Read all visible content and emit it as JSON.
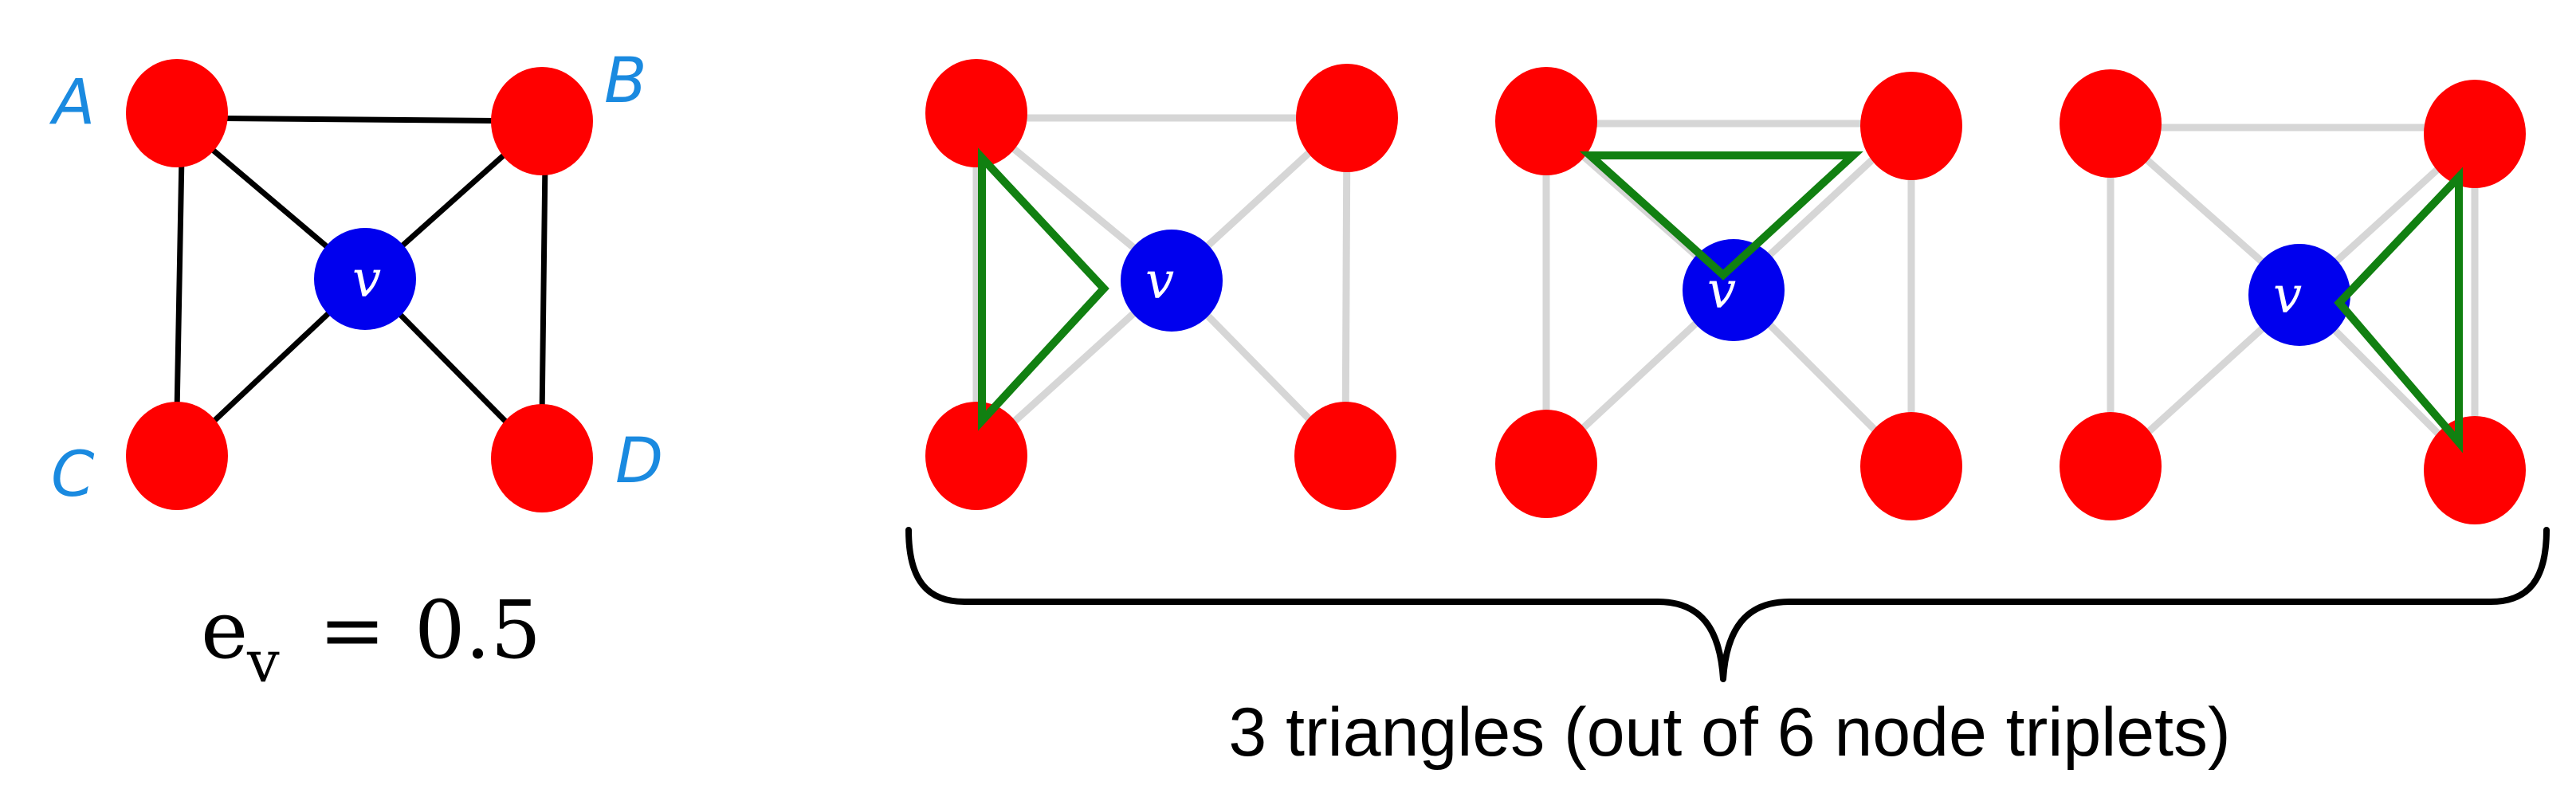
{
  "left_graph": {
    "node_labels": {
      "a": "A",
      "b": "B",
      "c": "C",
      "d": "D"
    },
    "center_label": "v"
  },
  "formula": {
    "symbol": "e",
    "subscript": "v",
    "equals": "=",
    "value": "0.5"
  },
  "triangle_panels": [
    {
      "center_label": "v",
      "triangle": [
        "A",
        "v",
        "C"
      ]
    },
    {
      "center_label": "v",
      "triangle": [
        "A",
        "v",
        "B"
      ]
    },
    {
      "center_label": "v",
      "triangle": [
        "B",
        "v",
        "D"
      ]
    }
  ],
  "caption": "3 triangles (out of 6 node triplets)",
  "colors": {
    "neighbor_node": "#ff0000",
    "center_node": "#0000ee",
    "edge": "#000000",
    "faded_edge": "#d6d6d6",
    "triangle": "#118011",
    "handwritten_label": "#1a8ae0"
  }
}
